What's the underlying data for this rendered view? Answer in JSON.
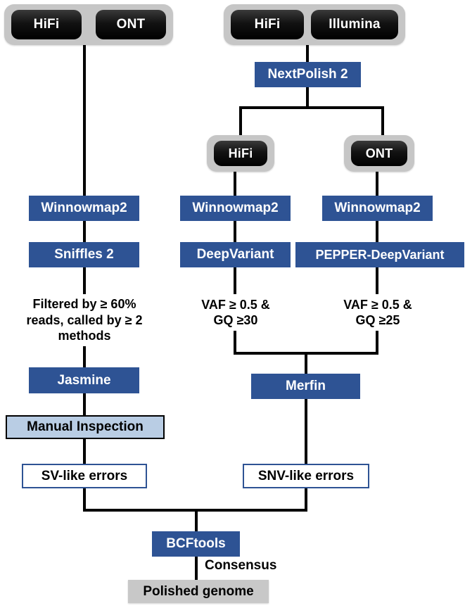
{
  "diagram": {
    "title": "Genome polishing pipeline flowchart",
    "colors": {
      "process_blue": "#2e5394",
      "manual_light_blue": "#b9cde4",
      "pill_group_grey": "#c6c6c6",
      "pill_black": "#000000",
      "terminal_grey": "#c8c8c8",
      "line_black": "#000000",
      "outline_blue": "#2e5394"
    },
    "inputs": {
      "left_group": {
        "pills": [
          {
            "label": "HiFi"
          },
          {
            "label": "ONT"
          }
        ]
      },
      "right_group": {
        "pills": [
          {
            "label": "HiFi"
          },
          {
            "label": "Illumina"
          }
        ]
      }
    },
    "branch_pills": {
      "hifi": "HiFi",
      "ont": "ONT"
    },
    "nodes": {
      "nextpolish2": "NextPolish 2",
      "winnowmap2_left": "Winnowmap2",
      "winnowmap2_mid": "Winnowmap2",
      "winnowmap2_right": "Winnowmap2",
      "sniffles2": "Sniffles 2",
      "deepvariant": "DeepVariant",
      "pepper_deepvariant": "PEPPER-DeepVariant",
      "jasmine": "Jasmine",
      "manual_inspection": "Manual Inspection",
      "merfin": "Merfin",
      "sv_like_errors": "SV-like errors",
      "snv_like_errors": "SNV-like errors",
      "bcftools": "BCFtools",
      "polished_genome": "Polished genome"
    },
    "captions": {
      "left_filter": "Filtered by ≥ 60%\nreads, called by ≥ 2\nmethods",
      "mid_filter": "VAF ≥ 0.5 &\nGQ ≥30",
      "right_filter": "VAF ≥ 0.5 &\nGQ ≥25",
      "consensus": "Consensus"
    }
  }
}
